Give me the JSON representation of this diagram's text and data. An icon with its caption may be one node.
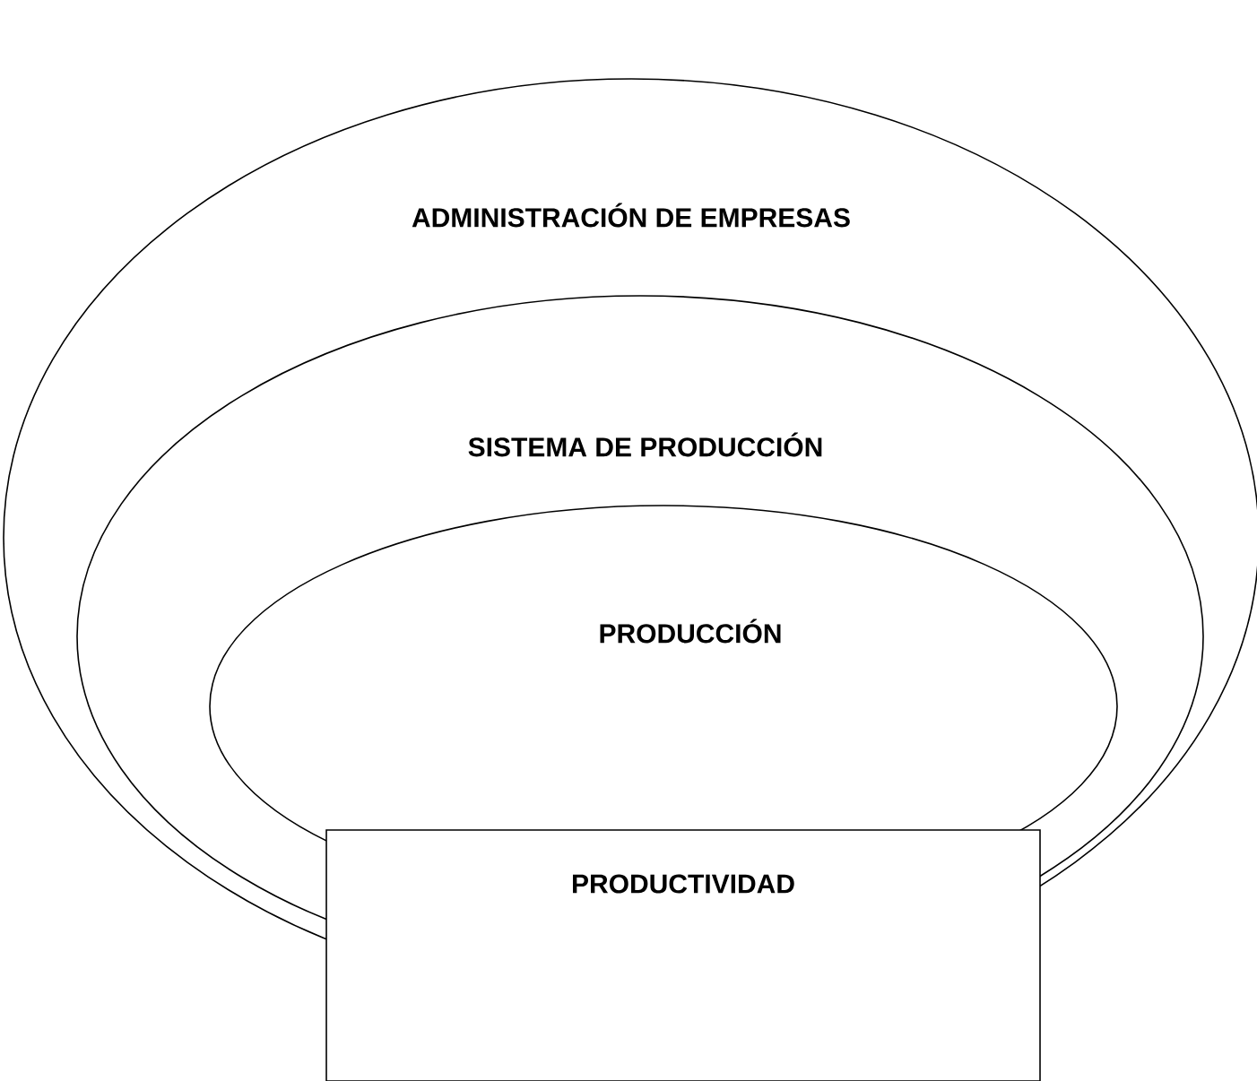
{
  "diagram": {
    "nodes": [
      {
        "text": [
          "ADMINISTRACIÓN DE EMPRESAS"
        ]
      },
      {
        "text": [
          "SISTEMA DE PRODUCCIÓN"
        ],
        "in": 0
      },
      {
        "text": [
          "PRODUCCIÓN"
        ],
        "in": 1
      },
      {
        "text": [
          "PRODUCTIVIDAD"
        ]
      }
    ]
  }
}
